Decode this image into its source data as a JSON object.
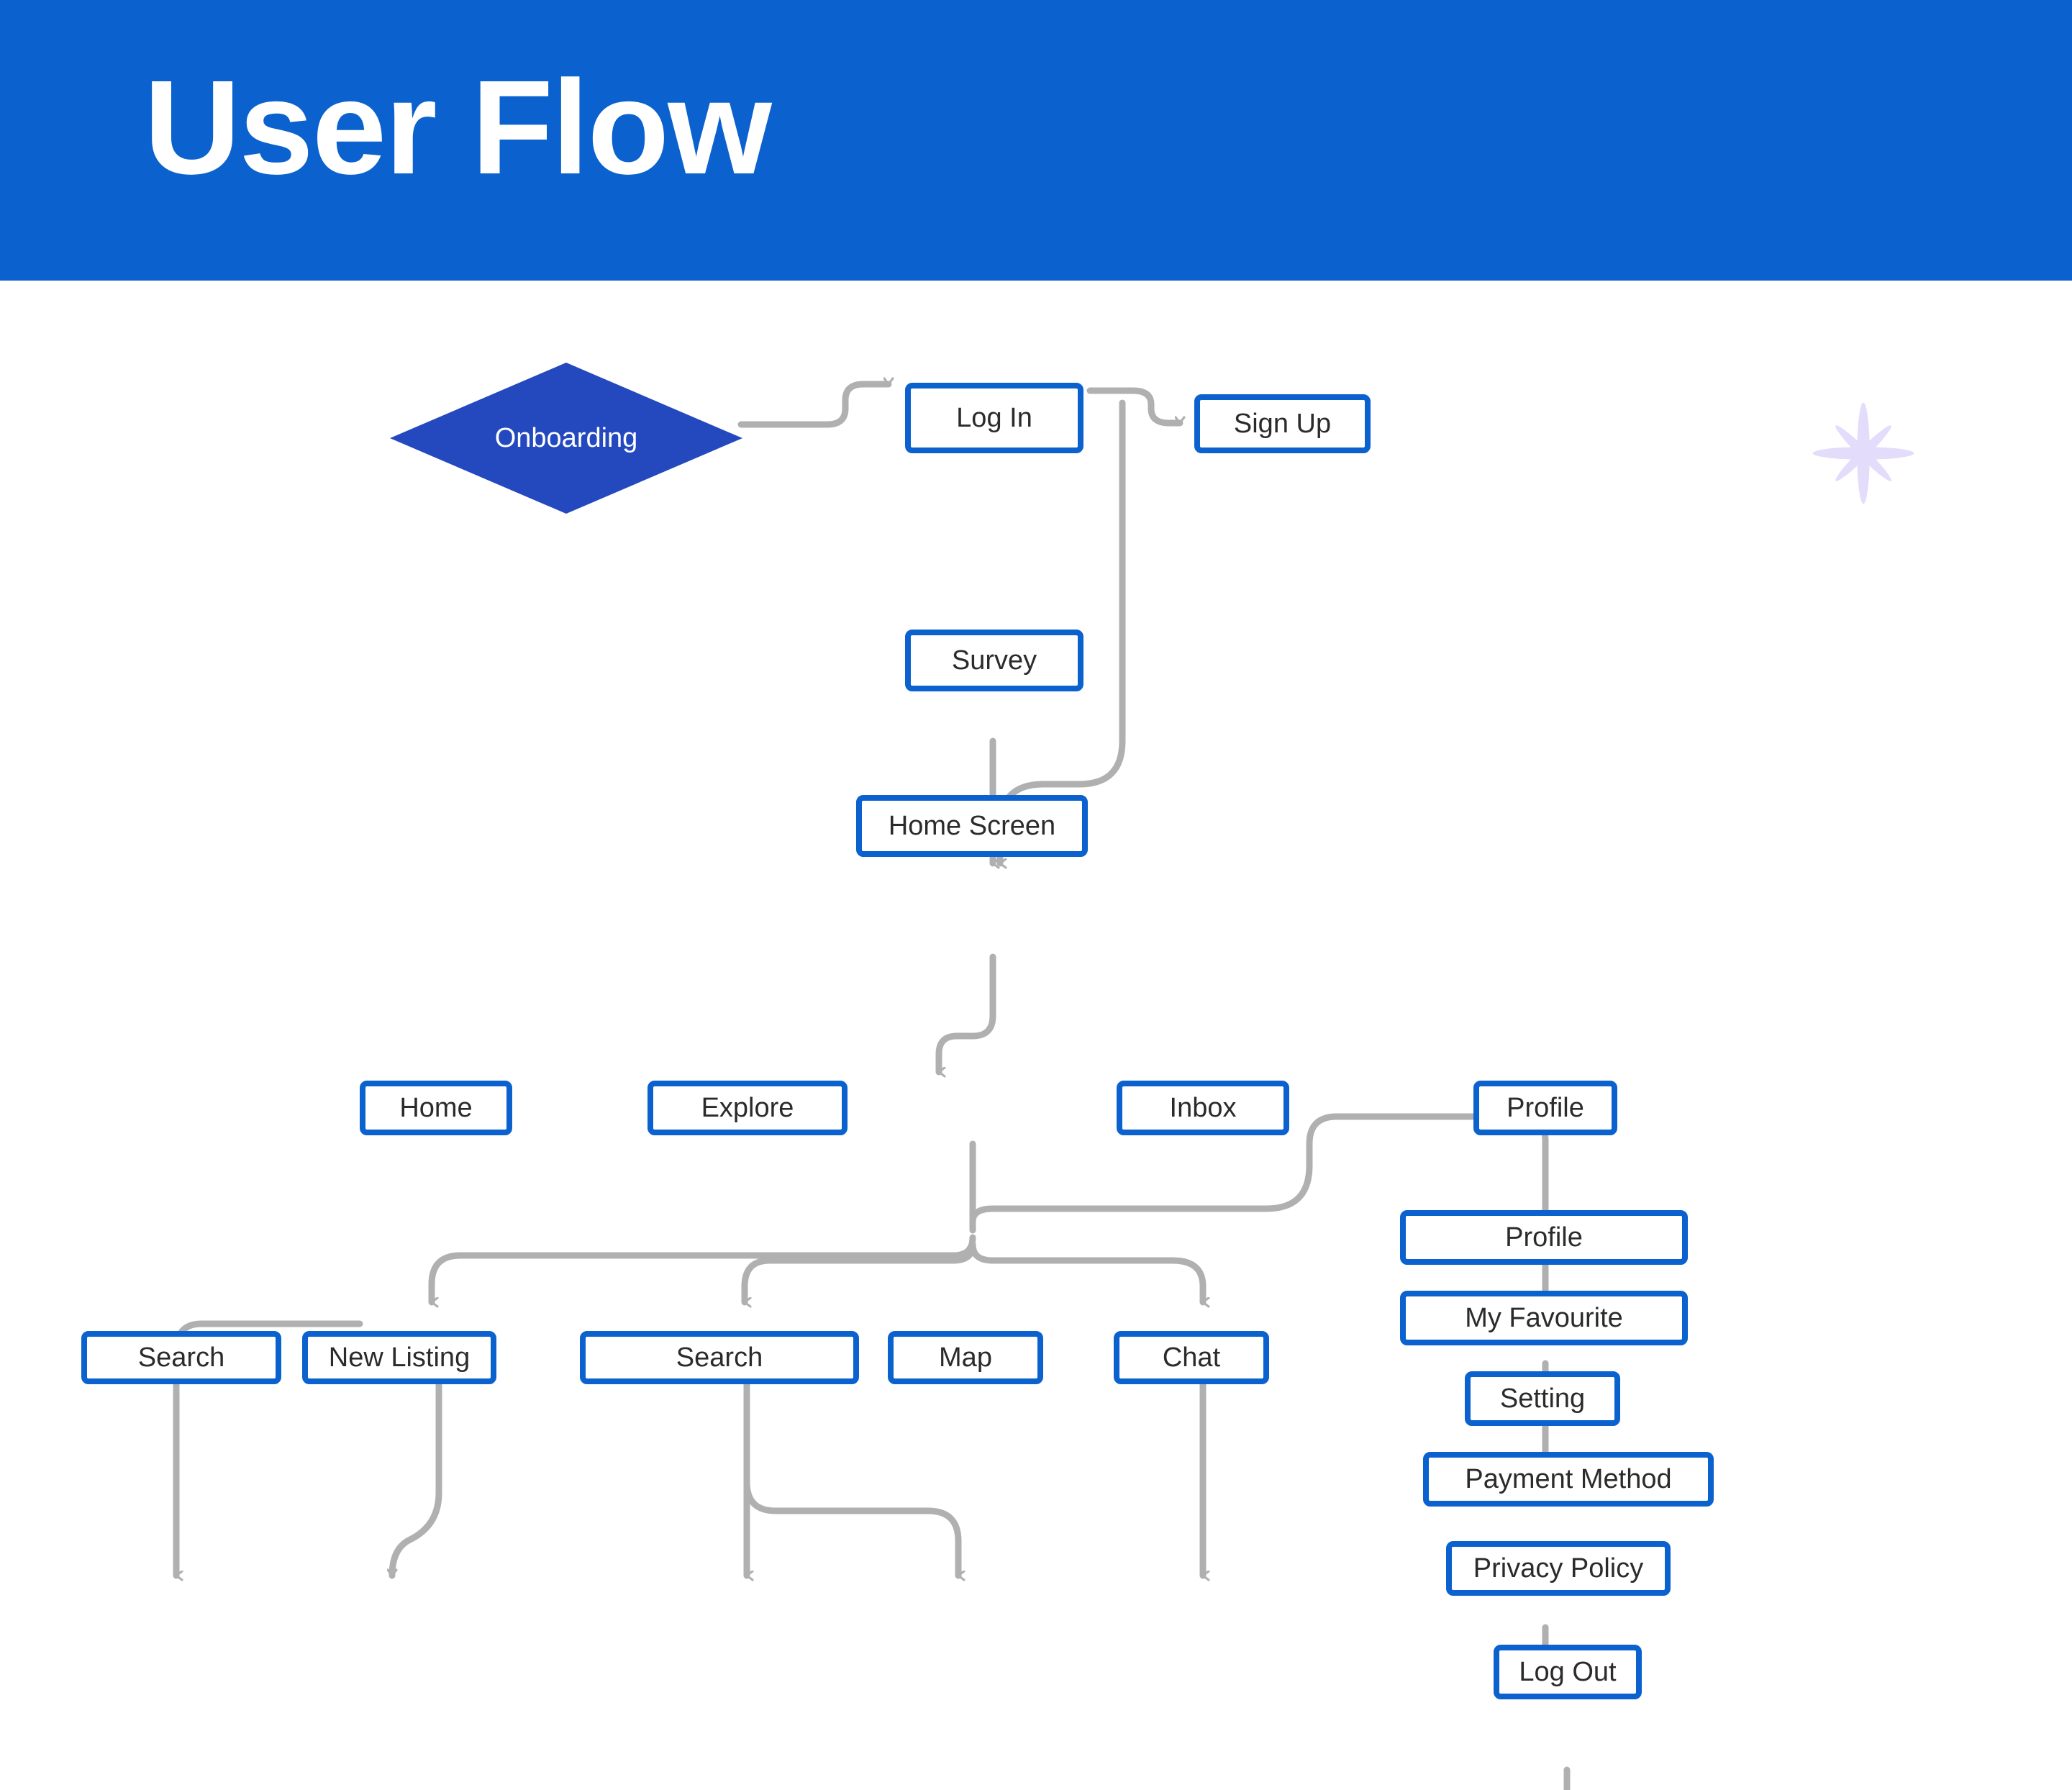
{
  "page": {
    "title": "User Flow",
    "background": "#ffffff"
  },
  "header": {
    "title": "User Flow",
    "background_color": "#0B62CE",
    "text_color": "#ffffff"
  },
  "theme": {
    "brand_blue": "#0B62CE",
    "diamond_blue": "#2449BE",
    "connector_gray": "#b0b0b0",
    "node_text": "#2b2b2b",
    "sparkle_color": "#e3dcfb"
  },
  "decorations": [
    {
      "name": "sparkle-star",
      "label": "sparkle-icon",
      "color": "#e3dcfb"
    }
  ],
  "chart_data": {
    "type": "diagram",
    "title": "User Flow",
    "nodes": [
      {
        "id": "onboarding",
        "label": "Onboarding",
        "shape": "diamond",
        "level": 0
      },
      {
        "id": "login",
        "label": "Log In",
        "shape": "box",
        "level": 0
      },
      {
        "id": "signup",
        "label": "Sign Up",
        "shape": "box",
        "level": 0
      },
      {
        "id": "survey",
        "label": "Survey",
        "shape": "box",
        "level": 1
      },
      {
        "id": "home_screen",
        "label": "Home Screen",
        "shape": "box",
        "level": 2
      },
      {
        "id": "home",
        "label": "Home",
        "shape": "box",
        "level": 3
      },
      {
        "id": "explore",
        "label": "Explore",
        "shape": "box",
        "level": 3
      },
      {
        "id": "inbox",
        "label": "Inbox",
        "shape": "box",
        "level": 3
      },
      {
        "id": "profile_tab",
        "label": "Profile",
        "shape": "box",
        "level": 3
      },
      {
        "id": "search_home",
        "label": "Search",
        "shape": "box",
        "level": 4
      },
      {
        "id": "new_listing",
        "label": "New Listing",
        "shape": "box",
        "level": 4
      },
      {
        "id": "search_explore",
        "label": "Search",
        "shape": "box",
        "level": 4
      },
      {
        "id": "map",
        "label": "Map",
        "shape": "box",
        "level": 4
      },
      {
        "id": "chat",
        "label": "Chat",
        "shape": "box",
        "level": 4
      },
      {
        "id": "profile_detail",
        "label": "Profile",
        "shape": "box",
        "level": 4
      },
      {
        "id": "my_favourite",
        "label": "My Favourite",
        "shape": "box",
        "level": 5
      },
      {
        "id": "setting",
        "label": "Setting",
        "shape": "box",
        "level": 6
      },
      {
        "id": "payment_method",
        "label": "Payment Method",
        "shape": "box",
        "level": 7
      },
      {
        "id": "privacy_policy",
        "label": "Privacy Policy",
        "shape": "box",
        "level": 8
      },
      {
        "id": "log_out",
        "label": "Log Out",
        "shape": "box",
        "level": 9
      }
    ],
    "edges": [
      {
        "from": "onboarding",
        "to": "login"
      },
      {
        "from": "login",
        "to": "signup"
      },
      {
        "from": "login",
        "to": "survey"
      },
      {
        "from": "signup",
        "to": "survey"
      },
      {
        "from": "survey",
        "to": "home_screen"
      },
      {
        "from": "home_screen",
        "to": "home"
      },
      {
        "from": "home_screen",
        "to": "explore"
      },
      {
        "from": "home_screen",
        "to": "inbox"
      },
      {
        "from": "home_screen",
        "to": "profile_tab"
      },
      {
        "from": "home",
        "to": "search_home"
      },
      {
        "from": "home",
        "to": "new_listing"
      },
      {
        "from": "explore",
        "to": "search_explore"
      },
      {
        "from": "explore",
        "to": "map"
      },
      {
        "from": "inbox",
        "to": "chat"
      },
      {
        "from": "profile_tab",
        "to": "profile_detail"
      },
      {
        "from": "profile_detail",
        "to": "my_favourite"
      },
      {
        "from": "my_favourite",
        "to": "setting"
      },
      {
        "from": "setting",
        "to": "payment_method"
      },
      {
        "from": "payment_method",
        "to": "privacy_policy"
      },
      {
        "from": "privacy_policy",
        "to": "log_out"
      }
    ]
  },
  "nodes": {
    "onboarding": {
      "label": "Onboarding"
    },
    "login": {
      "label": "Log In"
    },
    "signup": {
      "label": "Sign Up"
    },
    "survey": {
      "label": "Survey"
    },
    "home_screen": {
      "label": "Home Screen"
    },
    "home": {
      "label": "Home"
    },
    "explore": {
      "label": "Explore"
    },
    "inbox": {
      "label": "Inbox"
    },
    "profile_tab": {
      "label": "Profile"
    },
    "search_home": {
      "label": "Search"
    },
    "new_listing": {
      "label": "New Listing"
    },
    "search_explore": {
      "label": "Search"
    },
    "map": {
      "label": "Map"
    },
    "chat": {
      "label": "Chat"
    },
    "profile_detail": {
      "label": "Profile"
    },
    "my_favourite": {
      "label": "My Favourite"
    },
    "setting": {
      "label": "Setting"
    },
    "payment_method": {
      "label": "Payment Method"
    },
    "privacy_policy": {
      "label": "Privacy Policy"
    },
    "log_out": {
      "label": "Log Out"
    }
  }
}
